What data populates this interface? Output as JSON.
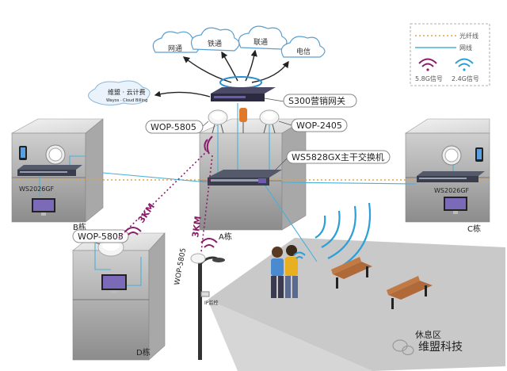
{
  "clouds": {
    "netcom": "网通",
    "railcom": "铁通",
    "unicom": "联通",
    "telecom": "电信",
    "billing": "维盟 · 云计费",
    "billing_sub": "Wayos · Cloud Billing"
  },
  "devices": {
    "gateway": "S300营销网关",
    "ap_left": "WOP-5805",
    "ap_right": "WOP-2405",
    "main_switch": "WS5828GX主干交换机",
    "switch_b": "WS2026GF",
    "switch_c": "WS2026GF",
    "ap_d": "WOP-5805",
    "ap_pole": "WOP-5805",
    "camera_label": "IP监控"
  },
  "buildings": {
    "a": "A栋",
    "b": "B栋",
    "c": "C栋",
    "d": "D栋",
    "rest_area": "休息区"
  },
  "links": {
    "km_bd": "3KM",
    "km_pole": "3KM"
  },
  "legend": {
    "fiber": "光纤线",
    "network": "网线",
    "sig58": "5.8G信号",
    "sig24": "2.4G信号"
  },
  "watermark": "维盟科技",
  "colors": {
    "fiber": "#e8a040",
    "network": "#4ab0d8",
    "wifi58": "#8a1c6a",
    "wifi24": "#2a9fd8"
  }
}
